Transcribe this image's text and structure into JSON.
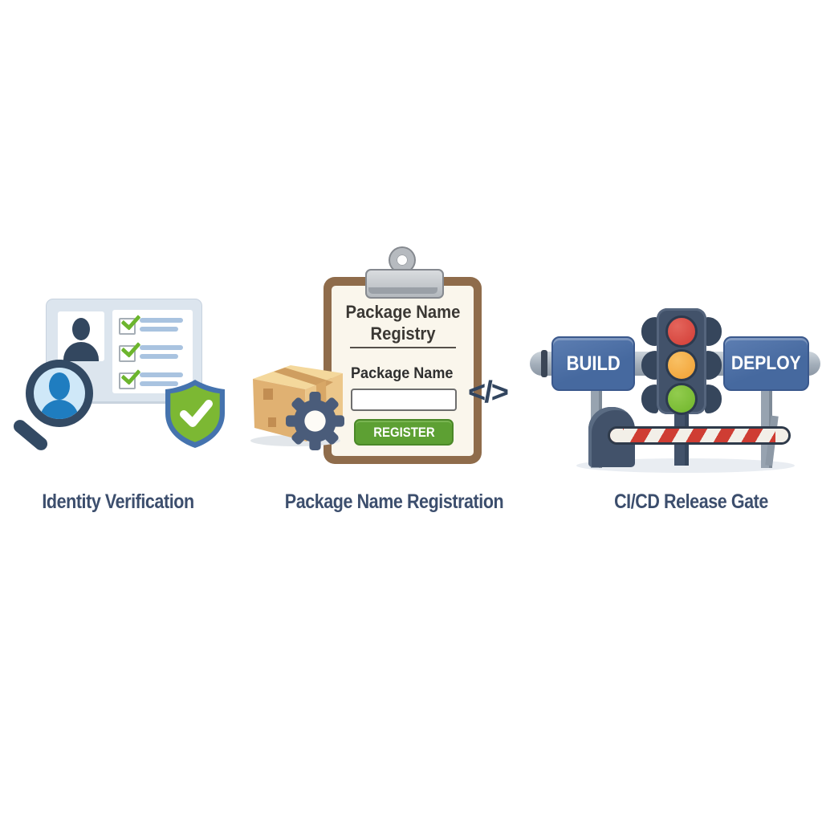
{
  "panels": [
    {
      "id": "identity-verification",
      "label": "Identity Verification"
    },
    {
      "id": "package-name-registration",
      "label": "Package Name Registration",
      "clipboard": {
        "title_line1": "Package Name",
        "title_line2": "Registry",
        "field_label": "Package Name",
        "input_value": "",
        "button_label": "REGISTER"
      },
      "code_symbol": "</>"
    },
    {
      "id": "cicd-release-gate",
      "label": "CI/CD Release Gate",
      "left_sign": "BUILD",
      "right_sign": "DEPLOY",
      "traffic_lights": [
        "red",
        "amber",
        "green"
      ]
    }
  ],
  "colors": {
    "background": "#ffffff",
    "caption_text": "#3c4e6d",
    "navy": "#334a64",
    "person_blue": "#1f7dc0",
    "check_green": "#6cb52d",
    "list_line_blue": "#a9c3e0",
    "shield_blue": "#4573ae",
    "shield_green": "#7cb833",
    "clipboard_brown": "#8f6c4b",
    "paper": "#faf6ec",
    "register_green": "#5da033",
    "box_tan": "#ecc78a",
    "gear_slate": "#4a5c7a",
    "sign_blue": "#4a6da3",
    "light_red": "#d23c35",
    "light_amber": "#f2a032",
    "light_green": "#6fb52a",
    "barrier_red": "#cf3d33"
  }
}
